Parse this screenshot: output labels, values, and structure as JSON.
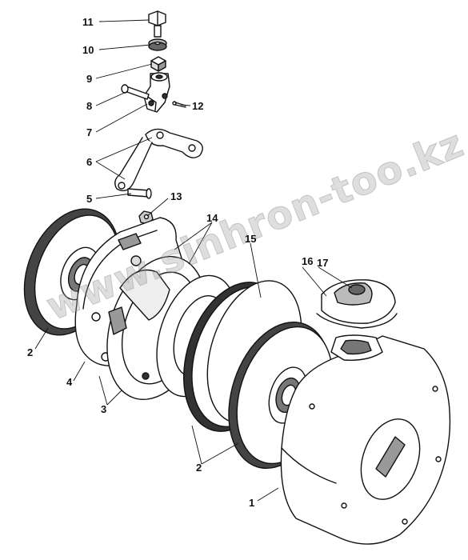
{
  "callouts": {
    "c1": "1",
    "c2a": "2",
    "c2b": "2",
    "c3": "3",
    "c4": "4",
    "c5": "5",
    "c6": "6",
    "c7": "7",
    "c8": "8",
    "c9": "9",
    "c10": "10",
    "c11": "11",
    "c12": "12",
    "c13": "13",
    "c14": "14",
    "c15": "15",
    "c16": "16",
    "c17": "17"
  },
  "watermark": "www.sinhron-too.kz"
}
